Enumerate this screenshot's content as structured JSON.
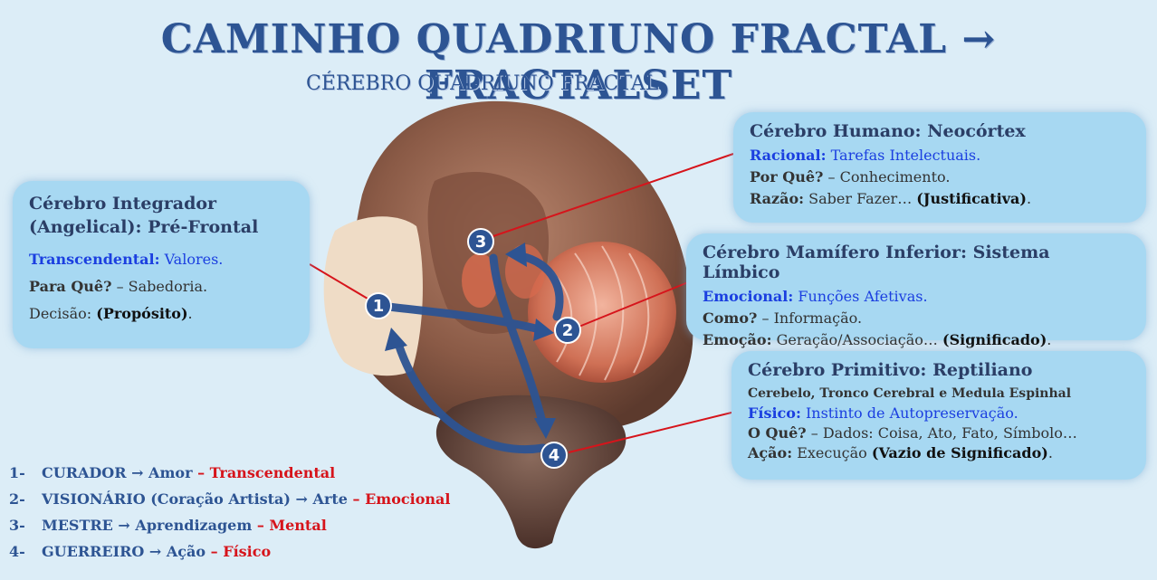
{
  "title": "CAMINHO QUADRIUNO FRACTAL → FRACTALSET",
  "subtitle": "CÉREBRO QUADRIUNO FRACTAL",
  "colors": {
    "title": "#2d5493",
    "accent_red": "#d6141b",
    "accent_blue": "#1b3fe0",
    "box_bg": "#a7d8f2"
  },
  "boxes": {
    "integrador": {
      "heading_1": "Cérebro Integrador",
      "heading_2": "(Angelical): Pré-Frontal",
      "l1_key": "Transcendental:",
      "l1_val": "Valores.",
      "l2_key": "Para Quê?",
      "l2_val": "– Sabedoria.",
      "l3_key": "Decisão:",
      "l3_val": "(Propósito)",
      "l3_end": "."
    },
    "humano": {
      "heading": "Cérebro Humano: Neocórtex",
      "l1_key": "Racional:",
      "l1_val": "Tarefas Intelectuais.",
      "l2_key": "Por Quê?",
      "l2_val": "– Conhecimento.",
      "l3_key": "Razão:",
      "l3_val": "Saber Fazer…",
      "l3_bold": "(Justificativa)",
      "l3_end": "."
    },
    "mamifero": {
      "heading": "Cérebro Mamífero Inferior: Sistema Límbico",
      "l1_key": "Emocional:",
      "l1_val": "Funções Afetivas.",
      "l2_key": "Como?",
      "l2_val": "– Informação.",
      "l3_key": "Emoção:",
      "l3_val": "Geração/Associação…",
      "l3_bold": "(Significado)",
      "l3_end": "."
    },
    "primitivo": {
      "heading": "Cérebro Primitivo: Reptiliano",
      "sub": "Cerebelo, Tronco Cerebral e Medula Espinhal",
      "l1_key": "Físico:",
      "l1_val": "Instinto de Autopreservação.",
      "l2_key": "O Quê?",
      "l2_val": "– Dados: Coisa, Ato, Fato, Símbolo…",
      "l3_key": "Ação:",
      "l3_val": "Execução",
      "l3_bold": "(Vazio de Significado)",
      "l3_end": "."
    }
  },
  "markers": [
    "1",
    "2",
    "3",
    "4"
  ],
  "legend": [
    {
      "n": "1-",
      "name": "CURADOR → Amor",
      "dash": " – ",
      "cat": "Transcendental"
    },
    {
      "n": "2-",
      "name": "VISIONÁRIO (Coração Artista) → Arte",
      "dash": " – ",
      "cat": "Emocional"
    },
    {
      "n": "3-",
      "name": "MESTRE → Aprendizagem",
      "dash": " – ",
      "cat": "Mental"
    },
    {
      "n": "4-",
      "name": "GUERREIRO → Ação",
      "dash": " – ",
      "cat": "Físico"
    }
  ]
}
